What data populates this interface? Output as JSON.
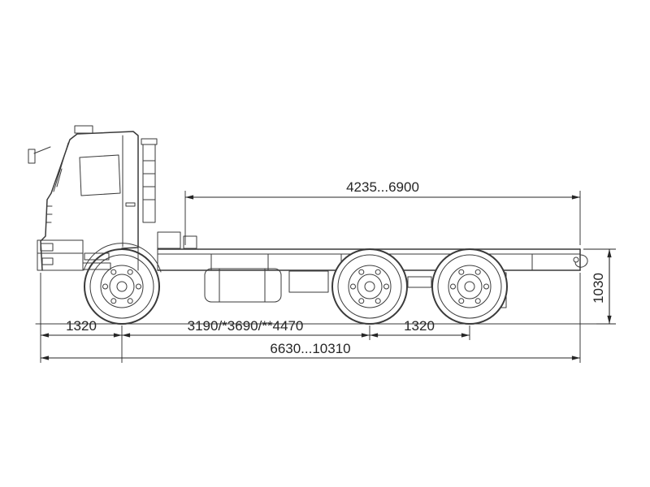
{
  "colors": {
    "line": "#3a3a3a",
    "dim": "#262626"
  },
  "dimensions": {
    "frame_length": "4235...6900",
    "frame_height": "1030",
    "front_overhang_to_front_axle": "1320",
    "wheelbase": "3190/*3690/**4470",
    "rear_tandem_spacing": "1320",
    "overall_length": "6630...10310"
  }
}
